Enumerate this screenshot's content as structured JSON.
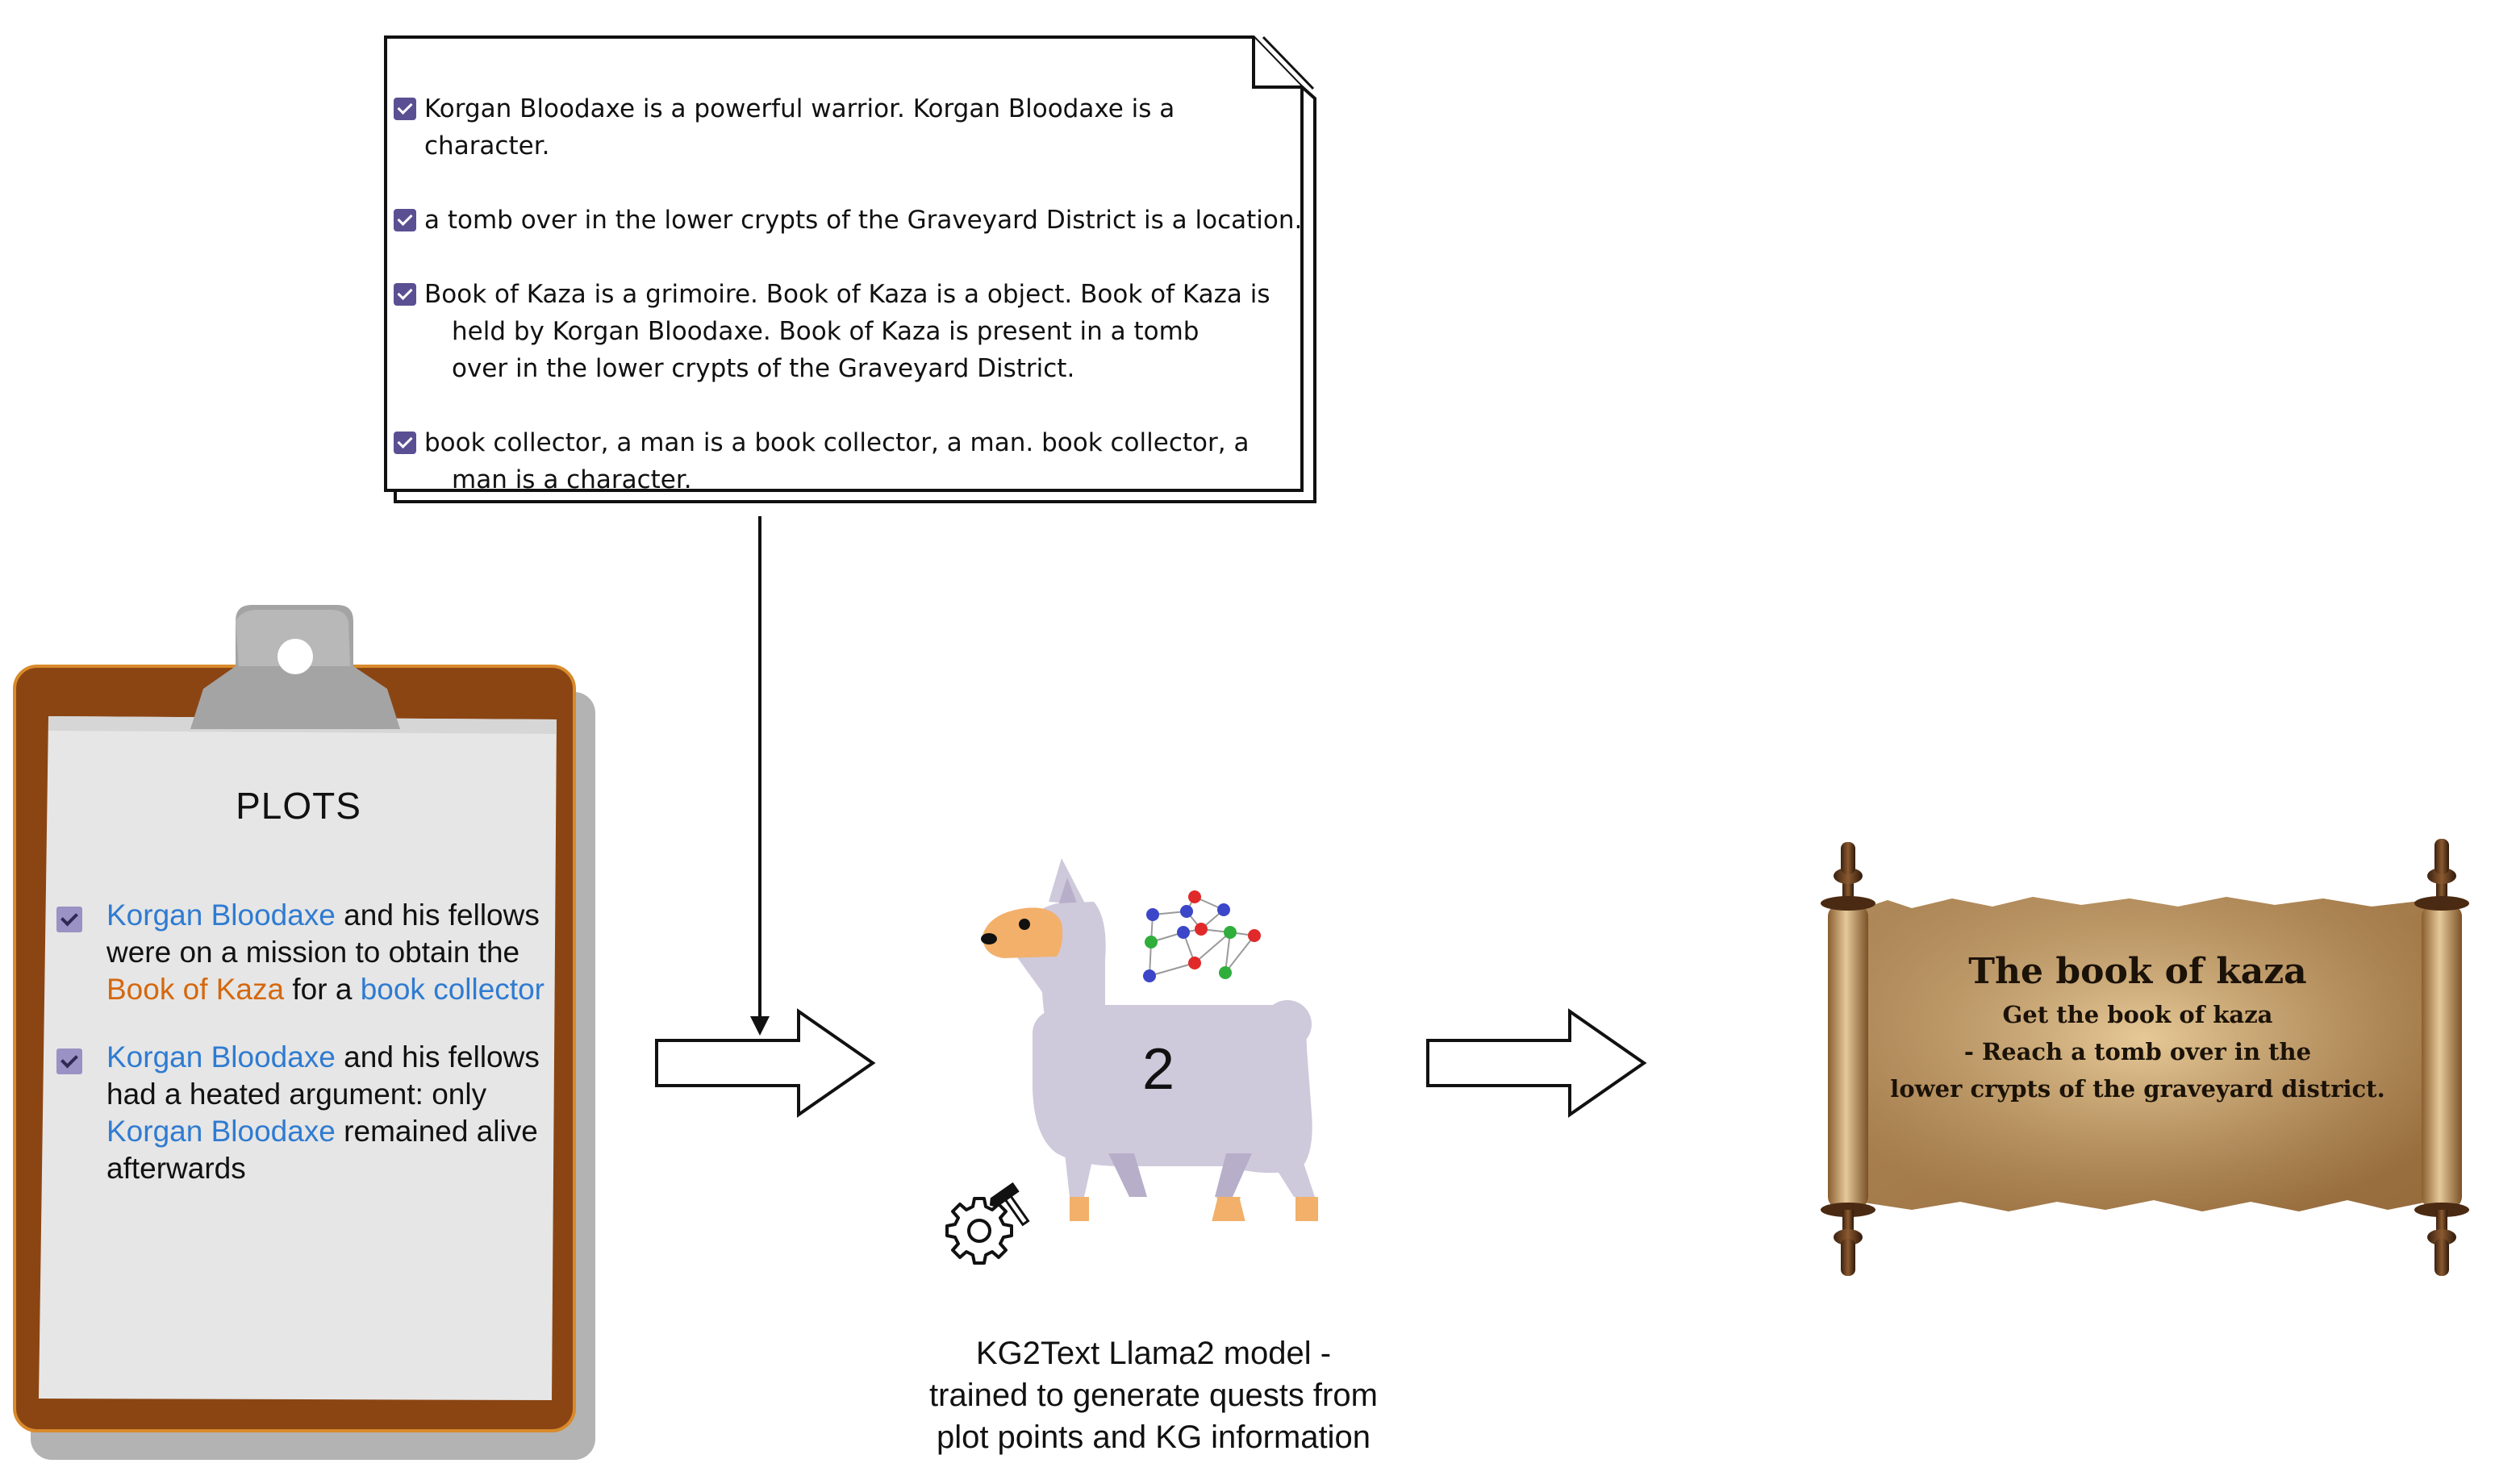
{
  "kg_facts": [
    {
      "line1": "Korgan Bloodaxe is a powerful warrior. Korgan Bloodaxe is a character.",
      "cont": ""
    },
    {
      "line1": "a tomb over in the lower crypts of the Graveyard District is a location.",
      "cont": ""
    },
    {
      "line1": "Book of Kaza is a grimoire. Book of Kaza is a object. Book of Kaza is",
      "cont": "held by Korgan Bloodaxe. Book of Kaza is present in a tomb over in the lower crypts of the Graveyard District."
    },
    {
      "line1": "book collector, a man is a book collector, a man. book collector, a",
      "cont": "man is a character."
    }
  ],
  "plots": {
    "title": "PLOTS",
    "items": [
      [
        {
          "text": "Korgan Bloodaxe",
          "type": "character"
        },
        {
          "text": " and his fellows were on a mission to obtain the ",
          "type": "plain"
        },
        {
          "text": "Book of Kaza",
          "type": "object"
        },
        {
          "text": " for a ",
          "type": "plain"
        },
        {
          "text": "book collector",
          "type": "character"
        }
      ],
      [
        {
          "text": "Korgan Bloodaxe",
          "type": "character"
        },
        {
          "text": " and his fellows had a heated argument: only ",
          "type": "plain"
        },
        {
          "text": "Korgan Bloodaxe",
          "type": "character"
        },
        {
          "text": " remained alive afterwards",
          "type": "plain"
        }
      ]
    ]
  },
  "model": {
    "badge_number": "2",
    "caption_lines": [
      "KG2Text Llama2 model -",
      "trained to generate quests from",
      "plot points and KG information"
    ]
  },
  "quest": {
    "title": "The book of kaza",
    "lines": [
      "Get the book of kaza",
      "- Reach a tomb over in the",
      "lower crypts of the graveyard district."
    ]
  },
  "icons": [
    "check-icon",
    "clipboard-icon",
    "llama-icon",
    "knowledge-graph-icon",
    "gear-hammer-icon",
    "scroll-icon",
    "arrow-icon"
  ],
  "colors": {
    "character": "#2f7bd1",
    "object": "#d4680f",
    "clipboard_board": "#8b4513",
    "clipboard_paper": "#e6e6e6",
    "checkbox": "#5b4f93",
    "llama_body": "#cfc9dc",
    "llama_face": "#f2b06a",
    "scroll_paper": "#cda873"
  }
}
